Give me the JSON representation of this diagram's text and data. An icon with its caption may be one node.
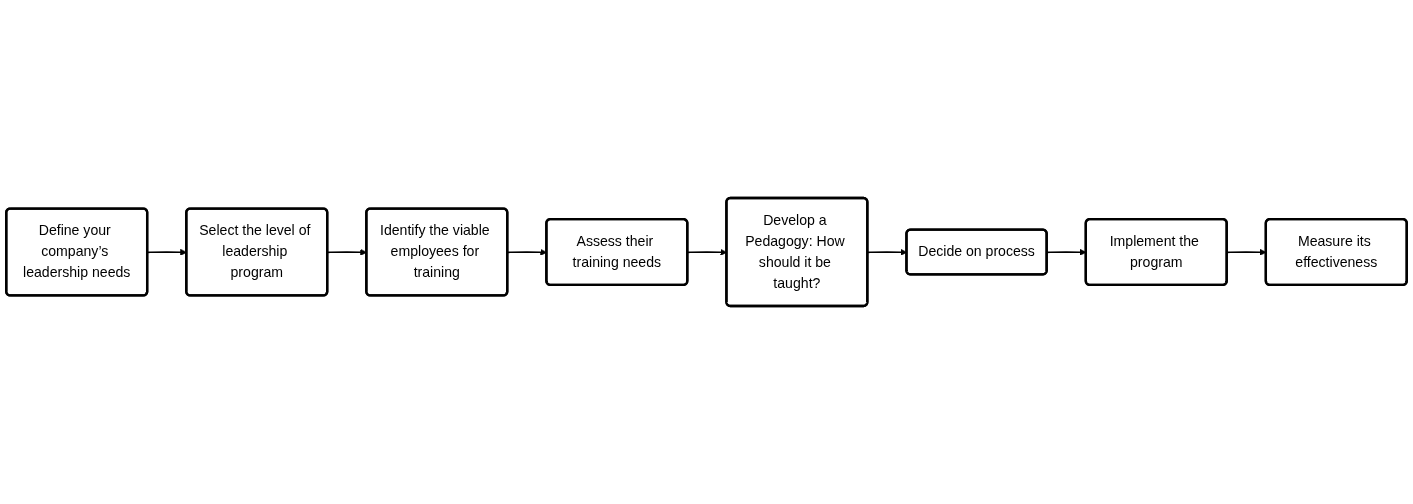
{
  "diagram": {
    "nodes": [
      {
        "text": [
          "Define your company’s leadership needs"
        ]
      },
      {
        "text": [
          "Select the level of leadership program"
        ]
      },
      {
        "text": [
          "Identify the viable employees for training"
        ]
      },
      {
        "text": [
          "Assess their training needs"
        ]
      },
      {
        "text": [
          "Develop a Pedagogy: How should it be taught?"
        ]
      },
      {
        "text": [
          "Decide on process"
        ]
      },
      {
        "text": [
          "Implement the program"
        ]
      },
      {
        "text": [
          "Measure its effectiveness"
        ]
      }
    ],
    "edges": [
      {
        "from": 0,
        "to": 1,
        "arrow": "to"
      },
      {
        "from": 1,
        "to": 2,
        "arrow": "to"
      },
      {
        "from": 2,
        "to": 3,
        "arrow": "to"
      },
      {
        "from": 3,
        "to": 4,
        "arrow": "to"
      },
      {
        "from": 4,
        "to": 5,
        "arrow": "to"
      },
      {
        "from": 5,
        "to": 6,
        "arrow": "to"
      },
      {
        "from": 6,
        "to": 7,
        "arrow": "to"
      }
    ]
  }
}
